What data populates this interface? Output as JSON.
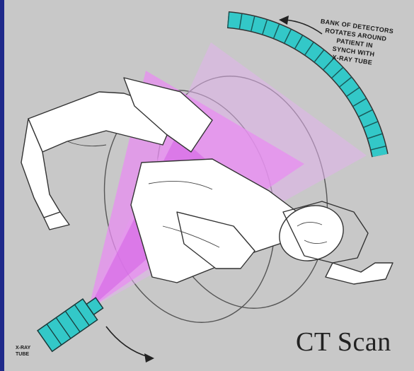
{
  "title": "CT Scan",
  "detector_label": {
    "lines": [
      "BANK OF DETECTORS",
      "ROTATES AROUND",
      "PATIENT IN",
      "SYNCH WITH",
      "X-RAY TUBE"
    ]
  },
  "xray_tube_label": {
    "lines": [
      "X-RAY",
      "TUBE"
    ]
  },
  "colors": {
    "background": "#c8c8c8",
    "beam": "#d776e6",
    "detector": "#33c8c8",
    "tube": "#33c8c8",
    "border": "#1f2a8a"
  },
  "icons": [
    "x-ray-tube-icon",
    "detector-bank-icon",
    "rotation-arrow-icon"
  ]
}
